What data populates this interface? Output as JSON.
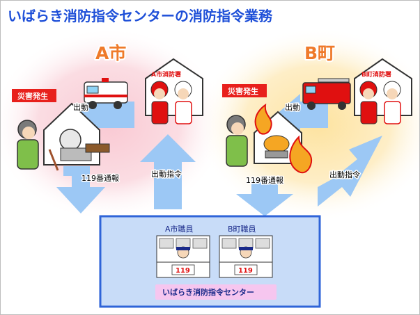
{
  "title": "いばらき消防指令センターの消防指令業務",
  "regions": {
    "a": {
      "name": "A市",
      "station": "A市消防署"
    },
    "b": {
      "name": "B町",
      "station": "B町消防署"
    }
  },
  "labels": {
    "disaster_a": "災害発生",
    "disaster_b": "災害発生",
    "dispatch_a": "出動",
    "dispatch_b": "出動",
    "call_a": "119番通報",
    "call_b": "119番通報",
    "order_a": "出動指令",
    "order_b": "出動指令"
  },
  "center": {
    "staff_a": "A市職員",
    "staff_b": "B町職員",
    "console_number": "119",
    "name": "いばらき消防指令センター"
  },
  "colors": {
    "title": "#1e4fd8",
    "region_a_bg": "#fbd9df",
    "region_b_bg": "#fde9b6",
    "arrow": "#9cc8f5",
    "disaster_tag": "#e8201c",
    "center_border": "#2f64d8",
    "center_bg": "#c8dcf8",
    "center_label_bg": "#f6c6ef"
  }
}
